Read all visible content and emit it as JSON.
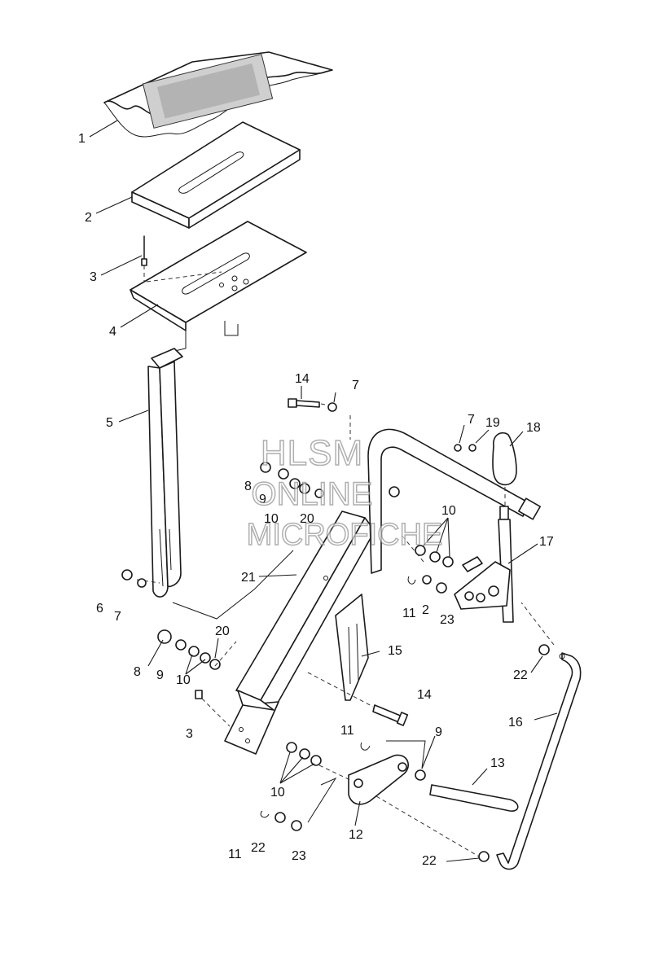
{
  "watermark": {
    "line1": "HLSM",
    "line2": "ONLINE",
    "line3": "MICROFICHE"
  },
  "callouts": [
    {
      "id": "c1",
      "text": "1"
    },
    {
      "id": "c2",
      "text": "2"
    },
    {
      "id": "c3",
      "text": "3"
    },
    {
      "id": "c4",
      "text": "4"
    },
    {
      "id": "c5",
      "text": "5"
    },
    {
      "id": "c14a",
      "text": "14"
    },
    {
      "id": "c7a",
      "text": "7"
    },
    {
      "id": "c7b",
      "text": "7"
    },
    {
      "id": "c19",
      "text": "19"
    },
    {
      "id": "c18",
      "text": "18"
    },
    {
      "id": "c8a",
      "text": "8"
    },
    {
      "id": "c9a",
      "text": "9"
    },
    {
      "id": "c10a",
      "text": "10"
    },
    {
      "id": "c20a",
      "text": "20"
    },
    {
      "id": "c10b",
      "text": "10"
    },
    {
      "id": "c17",
      "text": "17"
    },
    {
      "id": "c21",
      "text": "21"
    },
    {
      "id": "c6",
      "text": "6"
    },
    {
      "id": "c7c",
      "text": "7"
    },
    {
      "id": "c11a",
      "text": "11"
    },
    {
      "id": "c2b",
      "text": "2"
    },
    {
      "id": "c23a",
      "text": "23"
    },
    {
      "id": "c20b",
      "text": "20"
    },
    {
      "id": "c8b",
      "text": "8"
    },
    {
      "id": "c9b",
      "text": "9"
    },
    {
      "id": "c10c",
      "text": "10"
    },
    {
      "id": "c15",
      "text": "15"
    },
    {
      "id": "c22a",
      "text": "22"
    },
    {
      "id": "c3b",
      "text": "3"
    },
    {
      "id": "c14b",
      "text": "14"
    },
    {
      "id": "c16",
      "text": "16"
    },
    {
      "id": "c11b",
      "text": "11"
    },
    {
      "id": "c9c",
      "text": "9"
    },
    {
      "id": "c13",
      "text": "13"
    },
    {
      "id": "c10d",
      "text": "10"
    },
    {
      "id": "c12",
      "text": "12"
    },
    {
      "id": "c11c",
      "text": "11"
    },
    {
      "id": "c22b",
      "text": "22"
    },
    {
      "id": "c23b",
      "text": "23"
    },
    {
      "id": "c22c",
      "text": "22"
    }
  ]
}
